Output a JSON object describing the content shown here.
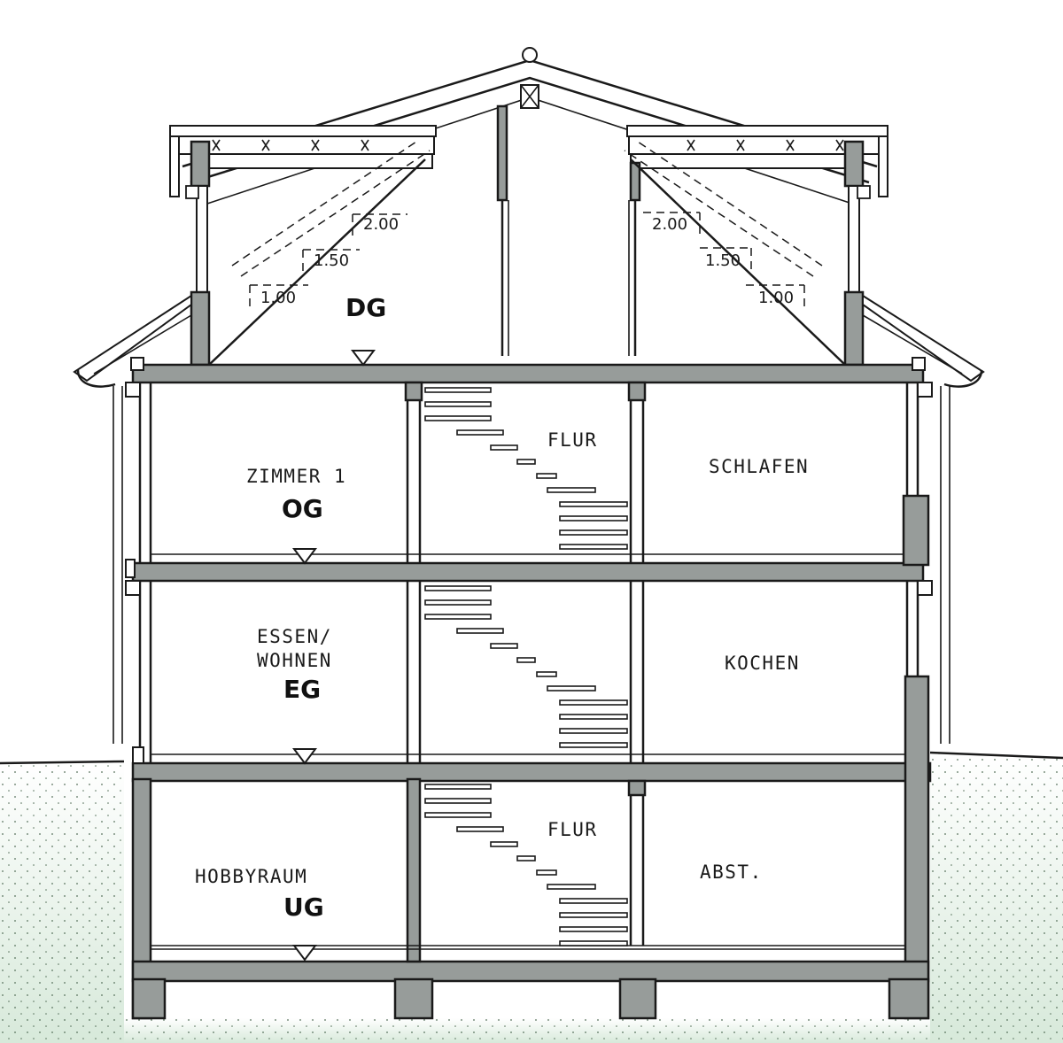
{
  "floors": {
    "dg": "DG",
    "og": "OG",
    "eg": "EG",
    "ug": "UG"
  },
  "rooms": {
    "zimmer1": "ZIMMER 1",
    "flur_og": "FLUR",
    "schlafen": "SCHLAFEN",
    "essen_line1": "ESSEN/",
    "essen_line2": "WOHNEN",
    "kochen": "KOCHEN",
    "hobbyraum": "HOBBYRAUM",
    "flur_ug": "FLUR",
    "abst": "ABST."
  },
  "headroom_marks": {
    "left": [
      "2.00",
      "1.50",
      "1.00"
    ],
    "right": [
      "2.00",
      "1.50",
      "1.00"
    ]
  },
  "colors": {
    "concrete": "#979c9a",
    "ground": "#e4efe6",
    "line": "#1a1a1a"
  }
}
